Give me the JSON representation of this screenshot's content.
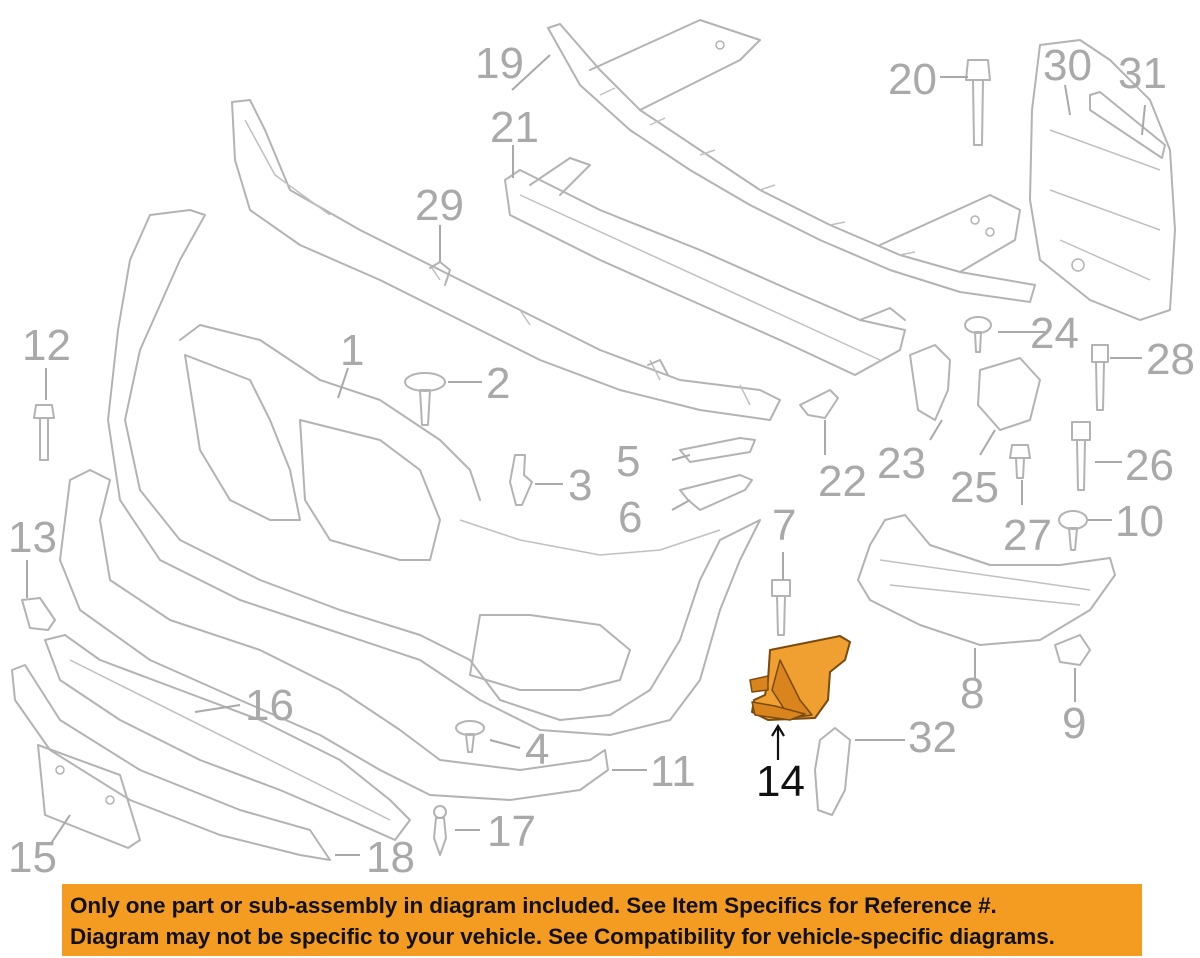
{
  "diagram": {
    "highlighted_part": "14",
    "callouts": {
      "c1": "1",
      "c2": "2",
      "c3": "3",
      "c4": "4",
      "c5": "5",
      "c6": "6",
      "c7": "7",
      "c8": "8",
      "c9": "9",
      "c10": "10",
      "c11": "11",
      "c12": "12",
      "c13": "13",
      "c14": "14",
      "c15": "15",
      "c16": "16",
      "c17": "17",
      "c18": "18",
      "c19": "19",
      "c20": "20",
      "c21": "21",
      "c22": "22",
      "c23": "23",
      "c24": "24",
      "c25": "25",
      "c26": "26",
      "c27": "27",
      "c28": "28",
      "c29": "29",
      "c30": "30",
      "c31": "31",
      "c32": "32"
    },
    "colors": {
      "line_art": "#b3b3b3",
      "highlight": "#f0a030",
      "banner": "#f39c21"
    }
  },
  "banner": {
    "line1": "Only one part or sub-assembly in diagram included. See Item Specifics for Reference #.",
    "line2": "Diagram may not be specific to your vehicle. See Compatibility for vehicle-specific diagrams."
  }
}
